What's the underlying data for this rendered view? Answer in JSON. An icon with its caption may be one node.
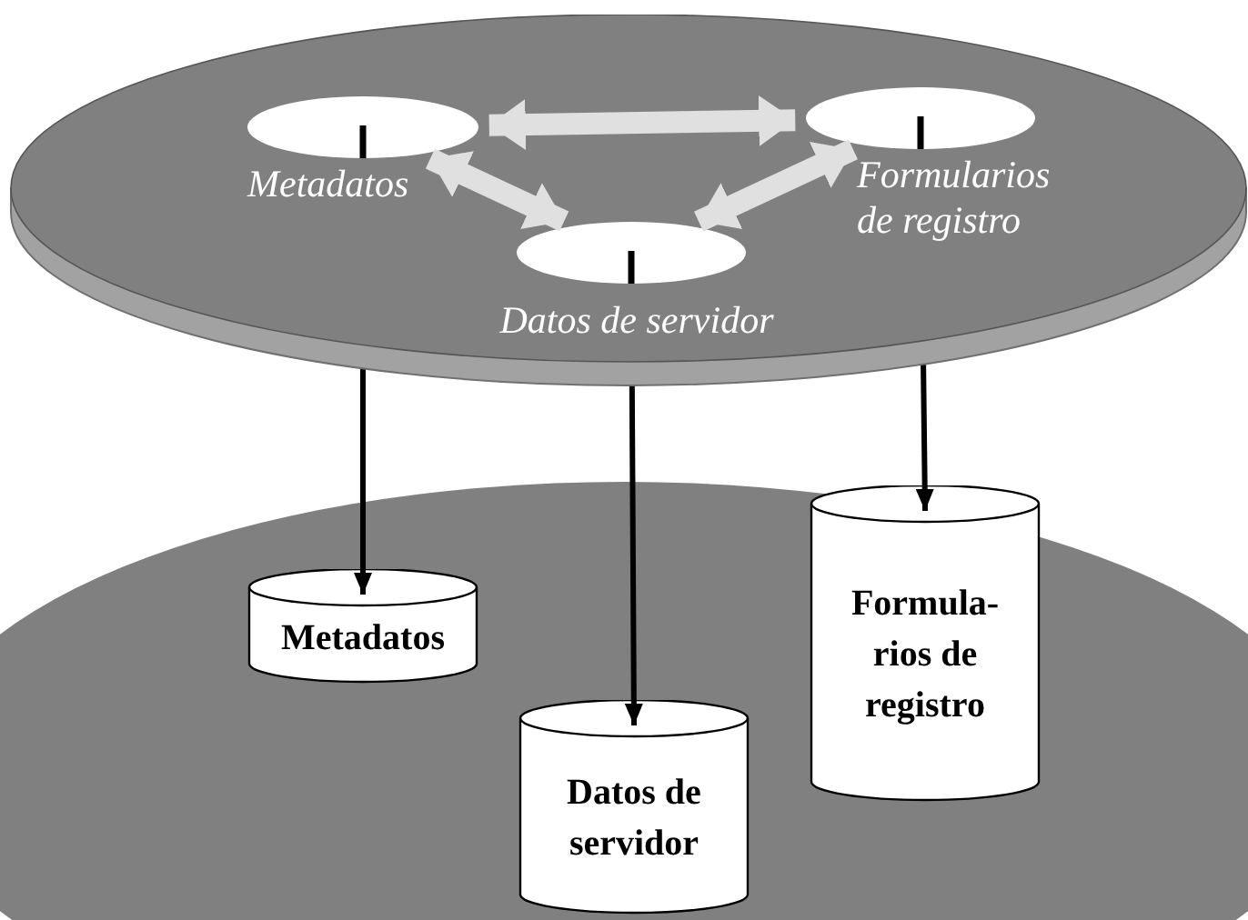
{
  "diagram": {
    "nodes": [
      {
        "text": [],
        "shape": "disc"
      },
      {
        "text": [
          "Metadatos"
        ],
        "in": 0
      },
      {
        "text": [
          "Formularios de registro"
        ],
        "in": 0
      },
      {
        "text": [
          "Datos de servidor"
        ],
        "in": 0
      },
      {
        "text": [],
        "shape": "disc"
      },
      {
        "text": [
          "Metadatos"
        ],
        "in": 4
      },
      {
        "text": [
          "Datos de servidor"
        ],
        "in": 4
      },
      {
        "text": [
          "Formula- rios de registro"
        ],
        "in": 4
      }
    ],
    "edges": [
      {
        "from": 1,
        "to": 2,
        "arrow": "both",
        "style": "thick",
        "color": "#e0e0e0"
      },
      {
        "from": 1,
        "to": 3,
        "arrow": "both",
        "style": "thick",
        "color": "#e0e0e0"
      },
      {
        "from": 2,
        "to": 3,
        "arrow": "both",
        "style": "thick",
        "color": "#e0e0e0"
      },
      {
        "from": 1,
        "to": 5,
        "arrow": "to",
        "color": "#000000"
      },
      {
        "from": 3,
        "to": 6,
        "arrow": "to",
        "color": "#000000"
      },
      {
        "from": 2,
        "to": 7,
        "arrow": "to",
        "color": "#000000"
      }
    ]
  }
}
